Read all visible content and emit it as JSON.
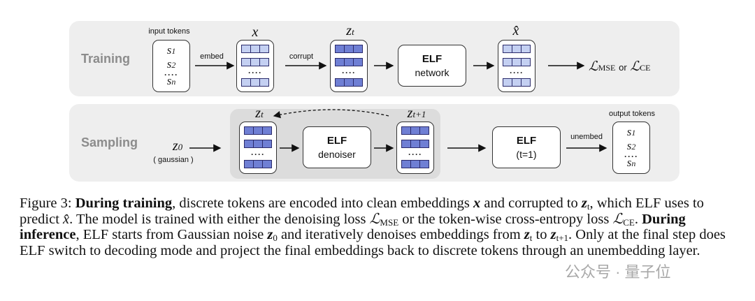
{
  "training": {
    "label": "Training",
    "input_tokens_label": "input tokens",
    "tokens": [
      "s",
      "s",
      "s"
    ],
    "token_subs": [
      "1",
      "2",
      "n"
    ],
    "embed_label": "embed",
    "x_label": "x",
    "corrupt_label": "corrupt",
    "zt_label": "z",
    "zt_sub": "t",
    "net_title": "ELF",
    "net_sub": "network",
    "xhat_label": "x̂",
    "loss_L1": "ℒ",
    "loss_sub1": "MSE",
    "loss_or": "or",
    "loss_L2": "ℒ",
    "loss_sub2": "CE"
  },
  "sampling": {
    "label": "Sampling",
    "z0_label": "z",
    "z0_sub": "0",
    "gaussian_label": "( gaussian )",
    "zt_label": "z",
    "zt_sub": "t",
    "denoiser_title": "ELF",
    "denoiser_sub": "denoiser",
    "zt1_label": "z",
    "zt1_sub": "t+1",
    "final_title": "ELF",
    "final_sub": "(t=1)",
    "unembed_label": "unembed",
    "output_tokens_label": "output tokens",
    "tokens": [
      "s",
      "s",
      "s"
    ],
    "token_subs": [
      "1",
      "2",
      "n"
    ]
  },
  "caption": {
    "fig": "Figure 3: ",
    "bold1": "During training",
    "t1": ", discrete tokens are encoded into clean embeddings ",
    "x": "x",
    "t2": " and corrupted to ",
    "zt": "z",
    "zt_sub": "t",
    "t3": ", which ELF uses to predict ",
    "xhat": "x̂",
    "t4": ". The model is trained with either the denoising loss ",
    "L": "ℒ",
    "mse": "MSE",
    "t5": " or the token-wise cross-entropy loss ",
    "ce": "CE",
    "t6": ". ",
    "bold2": "During inference",
    "t7": ", ELF starts from Gaussian noise ",
    "z0": "z",
    "z0_sub": "0",
    "t8": " and iteratively denoises embeddings from ",
    "t9": " to ",
    "zt1_sub": "t+1",
    "t10": ". Only at the final step does ELF switch to decoding mode and project the final embeddings back to discrete tokens through an unembedding layer."
  },
  "watermark": "公众号 · 量子位",
  "colors": {
    "panel": "#eeeeee",
    "inner": "#dcdcdc",
    "emb_light": "#c4d0f2",
    "emb_dark": "#6f7fd4"
  }
}
